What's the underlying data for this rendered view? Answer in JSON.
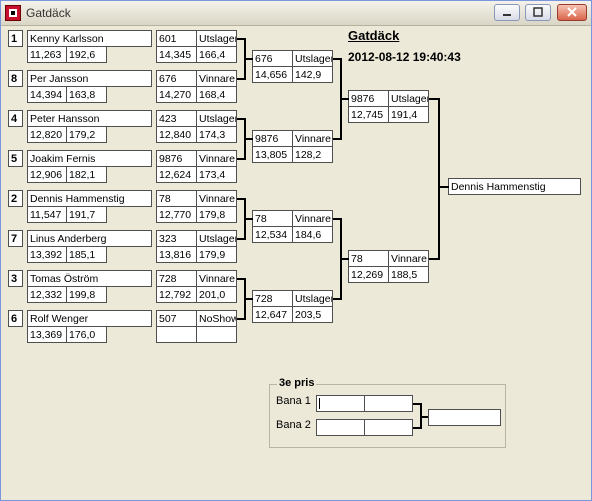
{
  "window": {
    "title": "Gatdäck"
  },
  "header": {
    "title": "Gatdäck",
    "datetime": "2012-08-12 19:40:43"
  },
  "round1": [
    {
      "seed": "1",
      "name": "Kenny Karlsson",
      "time": "11,263",
      "speed": "192,6",
      "reaction": "601",
      "result_time": "14,345",
      "result_speed": "166,4",
      "status": "Utslager"
    },
    {
      "seed": "8",
      "name": "Per Jansson",
      "time": "14,394",
      "speed": "163,8",
      "reaction": "676",
      "result_time": "14,270",
      "result_speed": "168,4",
      "status": "Vinnare"
    },
    {
      "seed": "4",
      "name": "Peter Hansson",
      "time": "12,820",
      "speed": "179,2",
      "reaction": "423",
      "result_time": "12,840",
      "result_speed": "174,3",
      "status": "Utslager"
    },
    {
      "seed": "5",
      "name": "Joakim Fernis",
      "time": "12,906",
      "speed": "182,1",
      "reaction": "9876",
      "result_time": "12,624",
      "result_speed": "173,4",
      "status": "Vinnare"
    },
    {
      "seed": "2",
      "name": "Dennis Hammenstig",
      "time": "11,547",
      "speed": "191,7",
      "reaction": "78",
      "result_time": "12,770",
      "result_speed": "179,8",
      "status": "Vinnare"
    },
    {
      "seed": "7",
      "name": "Linus Anderberg",
      "time": "13,392",
      "speed": "185,1",
      "reaction": "323",
      "result_time": "13,816",
      "result_speed": "179,9",
      "status": "Utslager"
    },
    {
      "seed": "3",
      "name": "Tomas Öström",
      "time": "12,332",
      "speed": "199,8",
      "reaction": "728",
      "result_time": "12,792",
      "result_speed": "201,0",
      "status": "Vinnare"
    },
    {
      "seed": "6",
      "name": "Rolf Wenger",
      "time": "13,369",
      "speed": "176,0",
      "reaction": "507",
      "result_time": "",
      "result_speed": "",
      "status": "NoShow"
    }
  ],
  "round2": [
    {
      "reaction": "676",
      "status": "Utslager",
      "time": "14,656",
      "speed": "142,9"
    },
    {
      "reaction": "9876",
      "status": "Vinnare",
      "time": "13,805",
      "speed": "128,2"
    },
    {
      "reaction": "78",
      "status": "Vinnare",
      "time": "12,534",
      "speed": "184,6"
    },
    {
      "reaction": "728",
      "status": "Utslager",
      "time": "12,647",
      "speed": "203,5"
    }
  ],
  "round3": [
    {
      "reaction": "9876",
      "status": "Utslager",
      "time": "12,745",
      "speed": "191,4"
    },
    {
      "reaction": "78",
      "status": "Vinnare",
      "time": "12,269",
      "speed": "188,5"
    }
  ],
  "winner": "Dennis Hammenstig",
  "third_place": {
    "legend": "3e pris",
    "lane1_label": "Bana 1",
    "lane2_label": "Bana 2"
  }
}
